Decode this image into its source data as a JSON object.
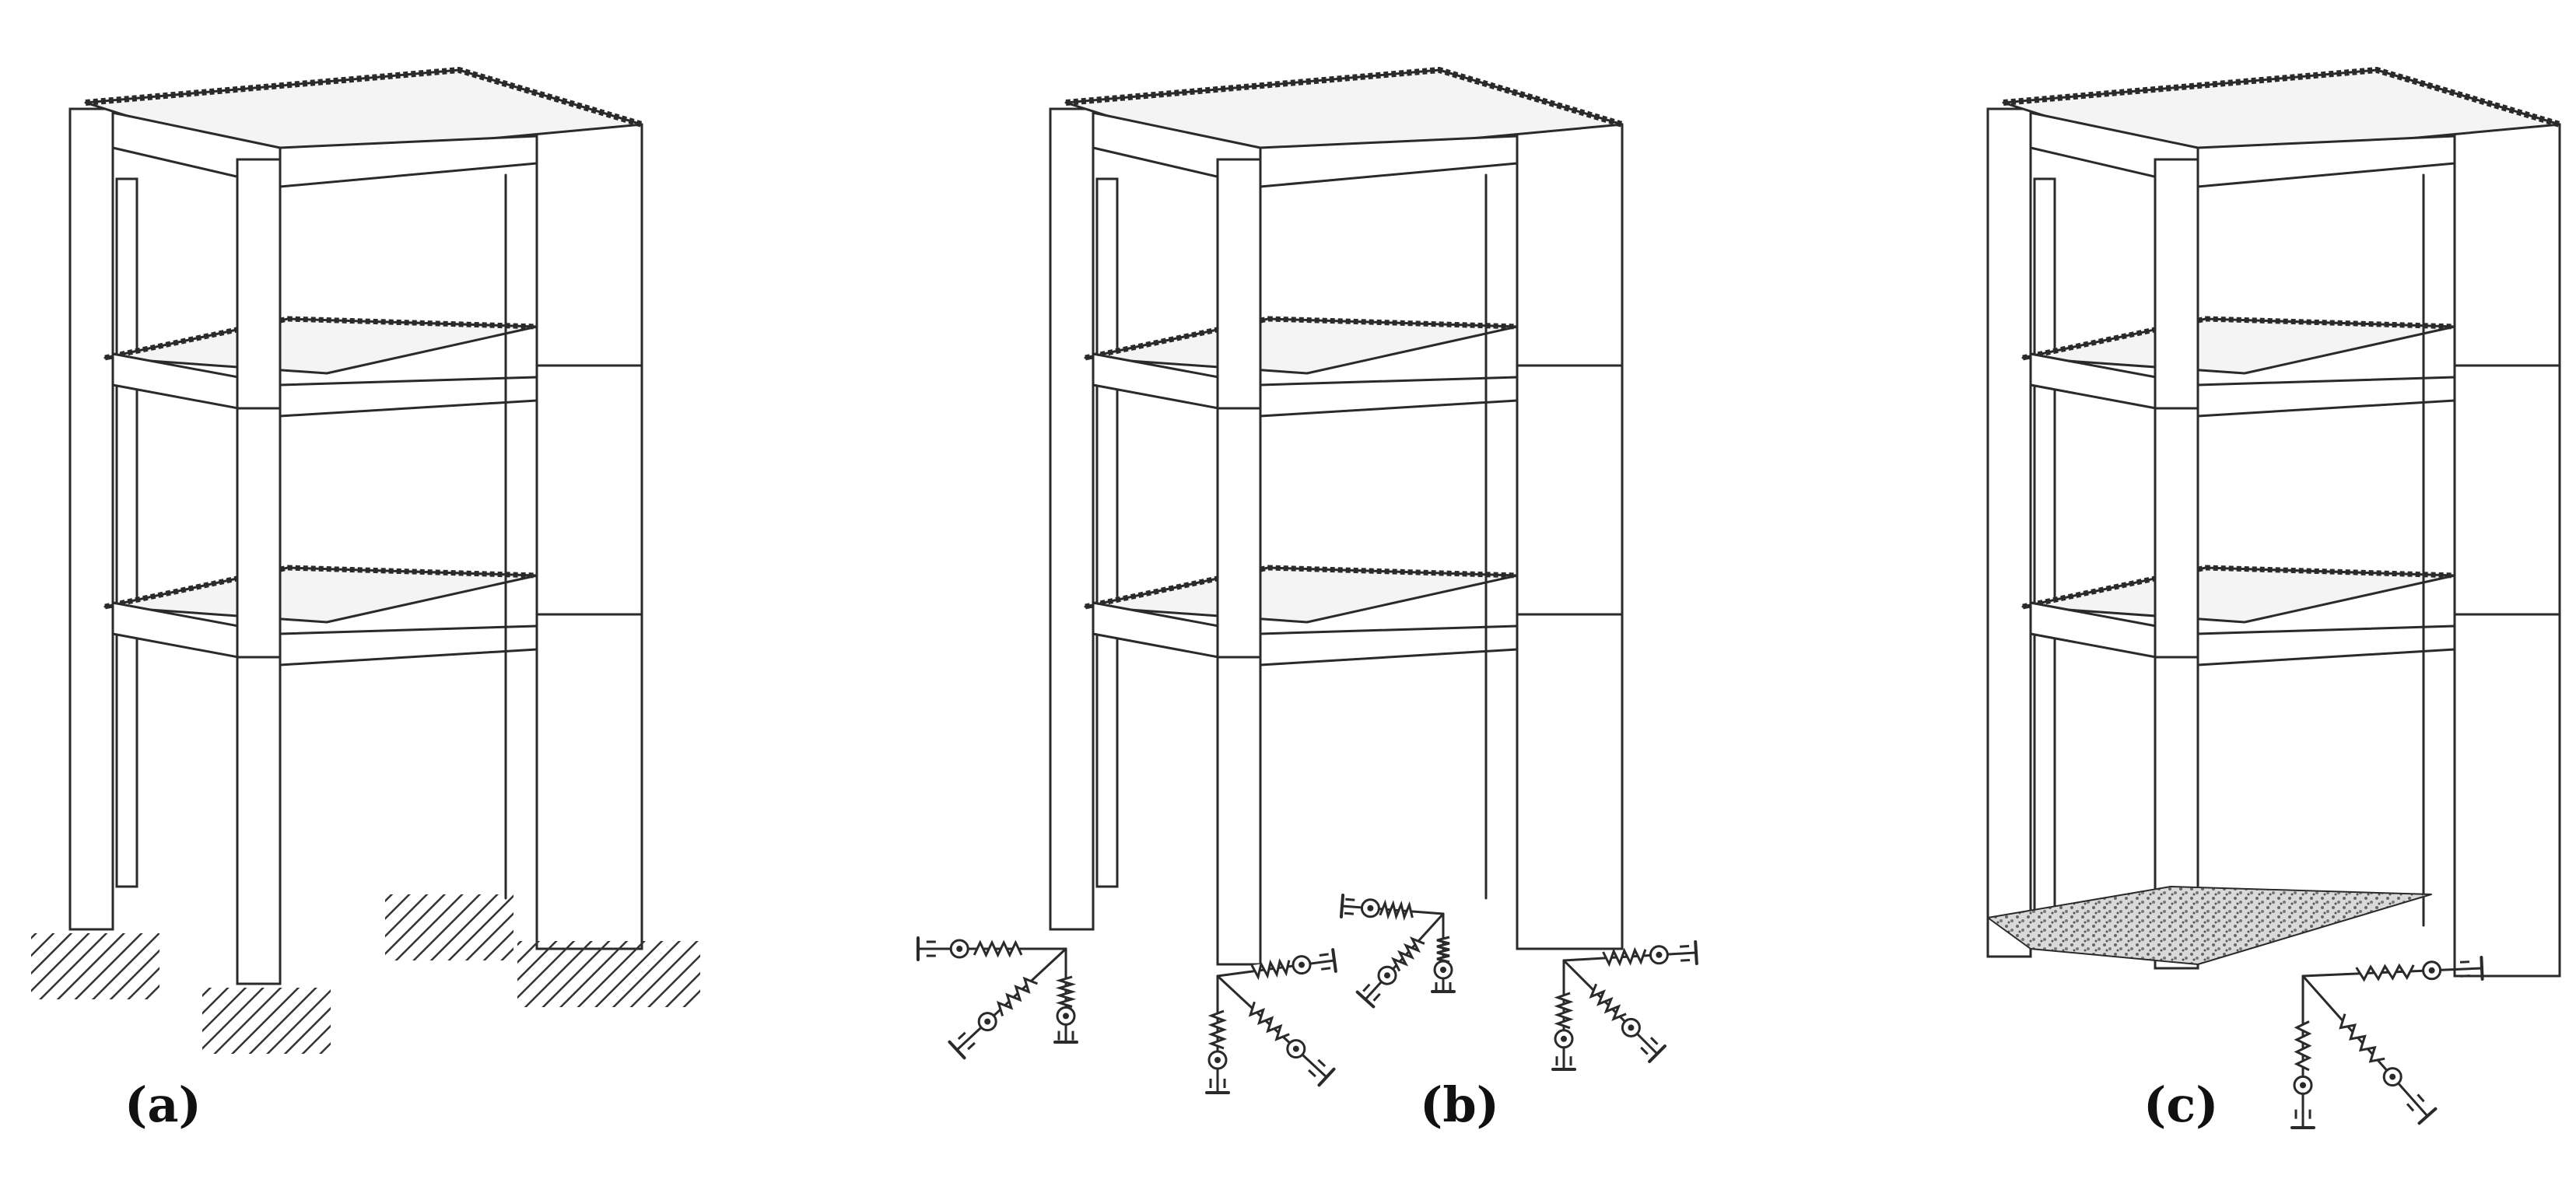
{
  "panels": {
    "a": {
      "label": "(a)"
    },
    "b": {
      "label": "(b)"
    },
    "c": {
      "label": "(c)"
    }
  },
  "colors": {
    "stroke": "#2a2a2a",
    "fill": "#ffffff",
    "slab_fill": "#f4f4f4",
    "hatch": "#333333",
    "gravel": "#777777"
  }
}
